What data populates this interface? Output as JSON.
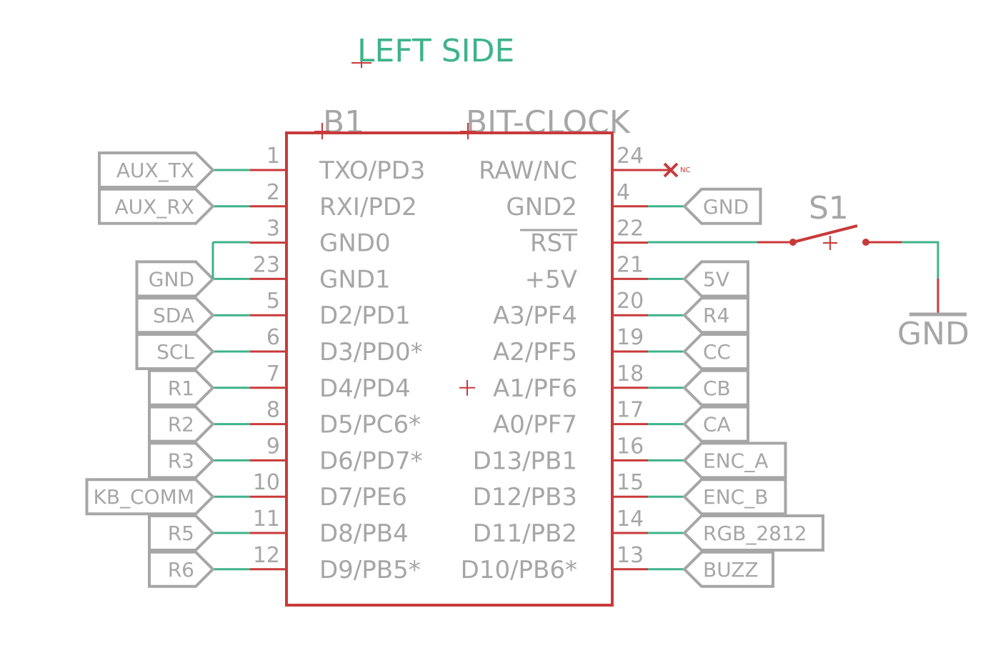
{
  "sheet_title": "LEFT SIDE",
  "part": {
    "ref": "B1",
    "value": "BIT-CLOCK"
  },
  "left_pins": [
    {
      "num": "1",
      "name": "TXO/PD3",
      "net": "AUX_TX"
    },
    {
      "num": "2",
      "name": "RXI/PD2",
      "net": "AUX_RX"
    },
    {
      "num": "3",
      "name": "GND0",
      "net": ""
    },
    {
      "num": "23",
      "name": "GND1",
      "net": "GND"
    },
    {
      "num": "5",
      "name": "D2/PD1",
      "net": "SDA"
    },
    {
      "num": "6",
      "name": "D3/PD0*",
      "net": "SCL"
    },
    {
      "num": "7",
      "name": "D4/PD4",
      "net": "R1"
    },
    {
      "num": "8",
      "name": "D5/PC6*",
      "net": "R2"
    },
    {
      "num": "9",
      "name": "D6/PD7*",
      "net": "R3"
    },
    {
      "num": "10",
      "name": "D7/PE6",
      "net": "KB_COMM"
    },
    {
      "num": "11",
      "name": "D8/PB4",
      "net": "R5"
    },
    {
      "num": "12",
      "name": "D9/PB5*",
      "net": "R6"
    }
  ],
  "right_pins": [
    {
      "num": "24",
      "name": "RAW/NC",
      "net": ""
    },
    {
      "num": "4",
      "name": "GND2",
      "net": "GND"
    },
    {
      "num": "22",
      "name": "RST",
      "net": ""
    },
    {
      "num": "21",
      "name": "+5V",
      "net": "5V"
    },
    {
      "num": "20",
      "name": "A3/PF4",
      "net": "R4"
    },
    {
      "num": "19",
      "name": "A2/PF5",
      "net": "CC"
    },
    {
      "num": "18",
      "name": "A1/PF6",
      "net": "CB"
    },
    {
      "num": "17",
      "name": "A0/PF7",
      "net": "CA"
    },
    {
      "num": "16",
      "name": "D13/PB1",
      "net": "ENC_A"
    },
    {
      "num": "15",
      "name": "D12/PB3",
      "net": "ENC_B"
    },
    {
      "num": "14",
      "name": "D11/PB2",
      "net": "RGB_2812"
    },
    {
      "num": "13",
      "name": "D10/PB6*",
      "net": "BUZZ"
    }
  ],
  "switch": {
    "ref": "S1"
  },
  "ground_symbol": {
    "label": "GND"
  },
  "nc_marker": "NC",
  "colors": {
    "pin": "#c83a3a",
    "net": "#3db38a",
    "label": "#a6a6a6"
  }
}
